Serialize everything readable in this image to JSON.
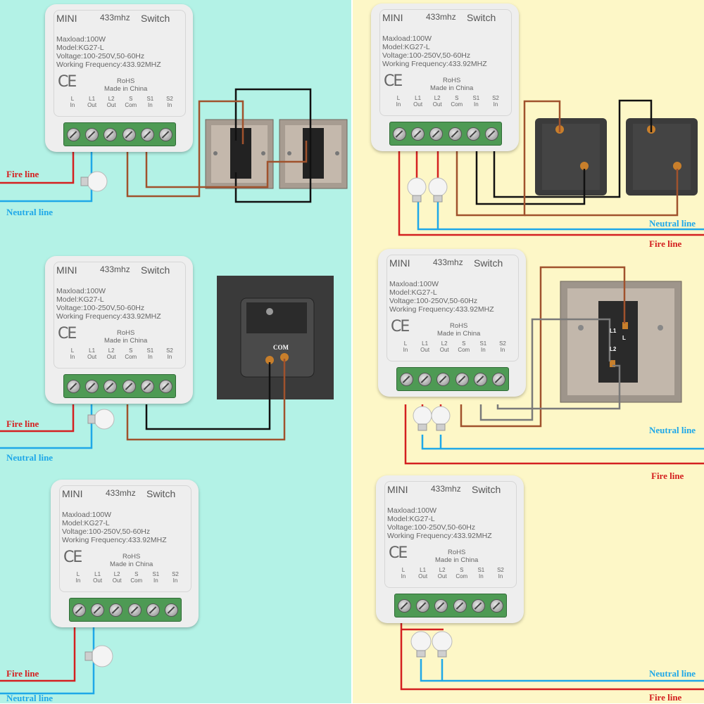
{
  "module": {
    "mini": "MINI",
    "freq": "433mhz",
    "switch": "Switch",
    "maxload": "Maxload:100W",
    "model": "Model:KG27-L",
    "voltage": "Voltage:100-250V,50-60Hz",
    "working": "Working Frequency:433.92MHZ",
    "ce": "CE",
    "rohs": "RoHS",
    "made": "Made in China",
    "terminals": [
      {
        "top": "L",
        "bottom": "In"
      },
      {
        "top": "L1",
        "bottom": "Out"
      },
      {
        "top": "L2",
        "bottom": "Out"
      },
      {
        "top": "S",
        "bottom": "Com"
      },
      {
        "top": "S1",
        "bottom": "In"
      },
      {
        "top": "S2",
        "bottom": "In"
      }
    ]
  },
  "labels": {
    "fire": "Fire line",
    "neutral": "Neutral line",
    "com": "COM",
    "l": "L",
    "l1": "L1",
    "l2": "L2"
  },
  "colors": {
    "background_left": "#b3f2e6",
    "background_right": "#fdf7c7",
    "fire_wire": "#d42020",
    "neutral_wire": "#1fa8e8",
    "switch_wire_brown": "#a0522d",
    "switch_wire_black": "#111111",
    "switch_wire_gray": "#7a7a7a"
  }
}
